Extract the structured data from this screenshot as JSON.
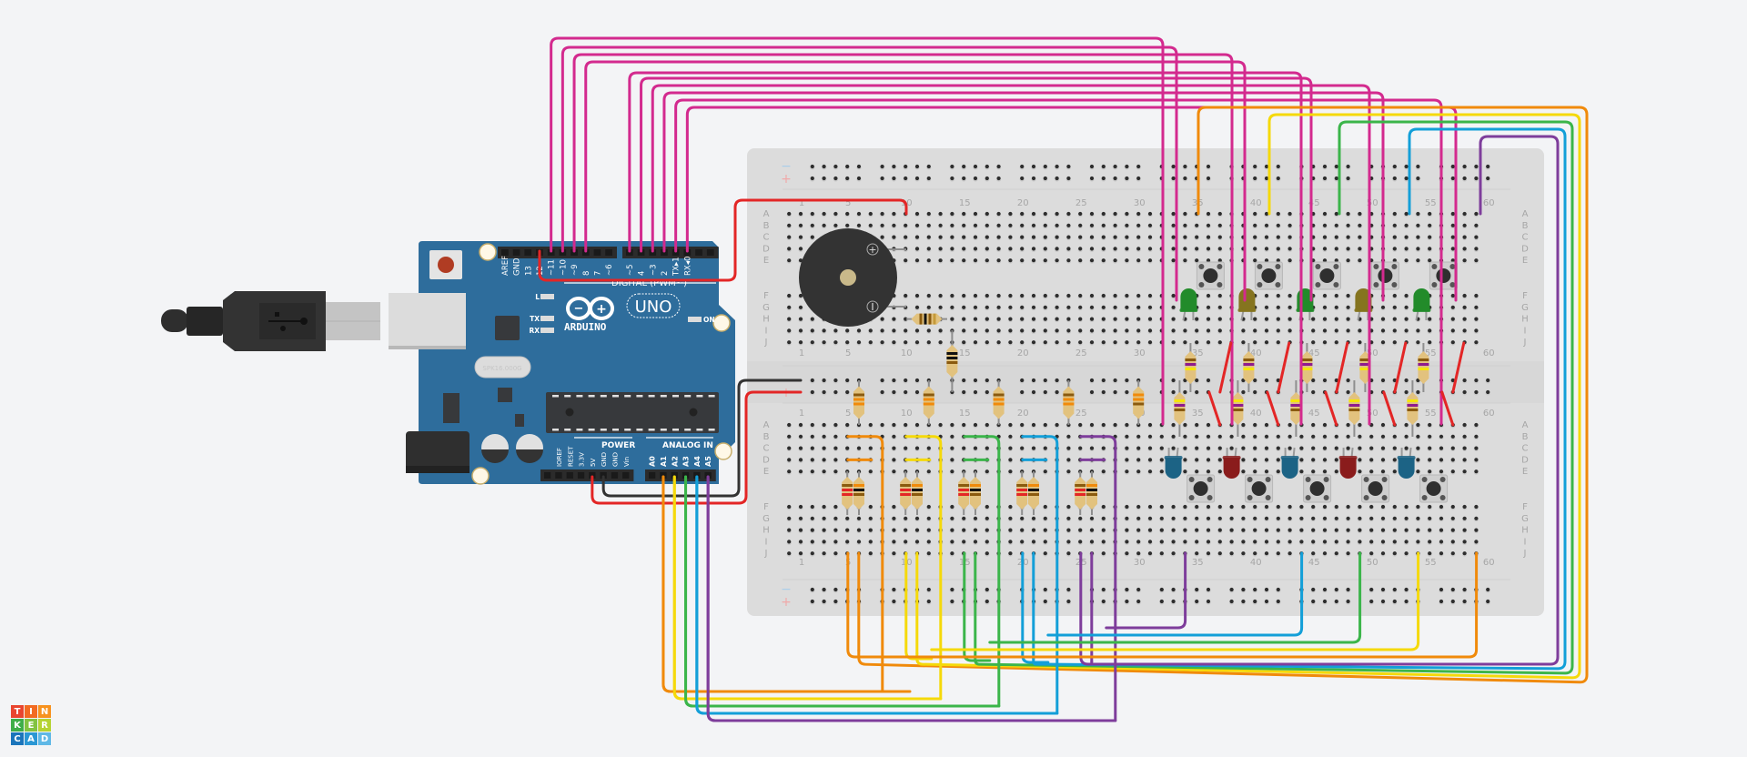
{
  "app": {
    "name": "Tinkercad",
    "view": "Circuits editor canvas"
  },
  "logo": {
    "letters": [
      "T",
      "I",
      "N",
      "K",
      "E",
      "R",
      "C",
      "A",
      "D"
    ],
    "colors": [
      "#e9452f",
      "#f26b22",
      "#f7921e",
      "#3fae49",
      "#82c341",
      "#b5d334",
      "#1b75bb",
      "#2a97d4",
      "#5fb8e6"
    ]
  },
  "arduino": {
    "brand": "ARDUINO",
    "model": "UNO",
    "crystal": "SPK16.000G",
    "on_label": "ON",
    "leds": [
      "L",
      "TX",
      "RX"
    ],
    "digital_header_label": "DIGITAL (PWM~)",
    "digital_pins": [
      "AREF",
      "GND",
      "13",
      "12",
      "~11",
      "~10",
      "~9",
      "8",
      "7",
      "~6",
      "~5",
      "4",
      "~3",
      "2",
      "TX▸1",
      "RX◂0"
    ],
    "power_header_label": "POWER",
    "power_pins": [
      "IOREF",
      "RESET",
      "3.3V",
      "5V",
      "GND",
      "GND",
      "Vin"
    ],
    "analog_header_label": "ANALOG IN",
    "analog_pins": [
      "A0",
      "A1",
      "A2",
      "A3",
      "A4",
      "A5"
    ],
    "colors": {
      "board": "#2e6d9c",
      "header": "#2b2b2b"
    }
  },
  "breadboard": {
    "columns": 60,
    "column_labels": [
      "1",
      "5",
      "10",
      "15",
      "20",
      "25",
      "30",
      "35",
      "40",
      "45",
      "50",
      "55",
      "60"
    ],
    "rows_top": [
      "A",
      "B",
      "C",
      "D",
      "E"
    ],
    "rows_bottom": [
      "F",
      "G",
      "H",
      "I",
      "J"
    ],
    "rail_labels": {
      "minus": "−",
      "plus": "+"
    }
  },
  "components": {
    "buzzer": {
      "plus": "+",
      "minus": "−"
    },
    "top_leds": [
      "green",
      "olive",
      "green",
      "olive",
      "green"
    ],
    "bottom_leds": [
      "blue",
      "red",
      "blue",
      "red",
      "blue"
    ],
    "led_colors": {
      "green": "#228b2a",
      "olive": "#85741f",
      "blue": "#1c6385",
      "red": "#8a1c1c"
    }
  },
  "wire_colors": {
    "magenta": "#d32a8e",
    "red": "#e32626",
    "black": "#333333",
    "orange": "#f08a0b",
    "yellow": "#f5d90a",
    "green": "#3bb54a",
    "blue": "#139fd8",
    "purple": "#7e3d9b"
  },
  "analog_wire_order": [
    "orange",
    "yellow",
    "green",
    "blue",
    "purple"
  ]
}
